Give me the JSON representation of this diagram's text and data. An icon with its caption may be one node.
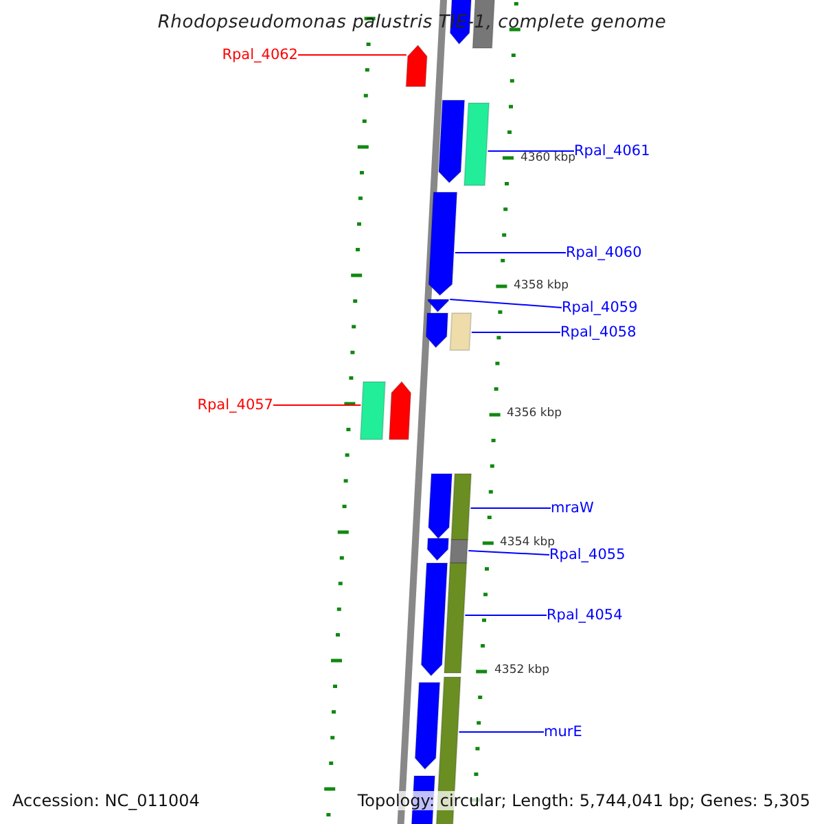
{
  "diagram": {
    "title": "Rhodopseudomonas palustris TIE-1, complete genome",
    "nodes": [
      {
        "text": [
          "Rpal_4062"
        ]
      },
      {
        "text": [
          "Rpal_4061"
        ]
      },
      {
        "text": [
          "Rpal_4060"
        ]
      },
      {
        "text": [
          "Rpal_4059"
        ]
      },
      {
        "text": [
          "Rpal_4058"
        ]
      },
      {
        "text": [
          "Rpal_4057"
        ]
      },
      {
        "text": [
          "mraW"
        ]
      },
      {
        "text": [
          "Rpal_4055"
        ]
      },
      {
        "text": [
          "Rpal_4054"
        ]
      },
      {
        "text": [
          "murE"
        ]
      },
      {
        "text": [],
        "shape": "bar"
      },
      {
        "text": [],
        "shape": "bar"
      },
      {
        "text": [],
        "shape": "bar"
      },
      {
        "text": [],
        "shape": "bar"
      },
      {
        "text": [],
        "shape": "bar"
      },
      {
        "text": [],
        "shape": "bar"
      },
      {
        "text": [],
        "shape": "bar"
      },
      {
        "text": [],
        "shape": "bar"
      },
      {
        "text": [],
        "shape": "bar"
      },
      {
        "text": [],
        "shape": "bar"
      },
      {
        "text": [],
        "shape": "bar"
      },
      {
        "text": [],
        "shape": "bar"
      },
      {
        "text": [],
        "shape": "bar"
      },
      {
        "text": [],
        "shape": "bar"
      },
      {
        "text": [],
        "shape": "bar"
      },
      {
        "text": [],
        "shape": "bar"
      },
      {
        "text": [],
        "shape": "bar"
      },
      {
        "text": [],
        "shape": "bar"
      },
      {
        "text": [],
        "shape": "bar"
      },
      {
        "text": [],
        "shape": "bar"
      }
    ],
    "edges": [
      {
        "from": 0,
        "to": 12,
        "arrow": "none",
        "color": "#ff0000"
      },
      {
        "from": 1,
        "to": 14,
        "arrow": "none"
      },
      {
        "from": 2,
        "to": 15,
        "arrow": "none"
      },
      {
        "from": 3,
        "to": 16,
        "arrow": "none"
      },
      {
        "from": 4,
        "to": 18,
        "arrow": "none"
      },
      {
        "from": 5,
        "to": 19,
        "arrow": "none",
        "color": "#ff0000"
      },
      {
        "from": 6,
        "to": 22,
        "arrow": "none"
      },
      {
        "from": 7,
        "to": 24,
        "arrow": "none"
      },
      {
        "from": 8,
        "to": 26,
        "arrow": "none"
      },
      {
        "from": 9,
        "to": 27,
        "arrow": "none"
      }
    ],
    "labels": [
      "4360 kbp",
      "4358 kbp",
      "4356 kbp",
      "4354 kbp",
      "4352 kbp",
      "Accession: NC_011004",
      "Topology: circular; Length: 5,744,041 bp; Genes: 5,305"
    ]
  }
}
